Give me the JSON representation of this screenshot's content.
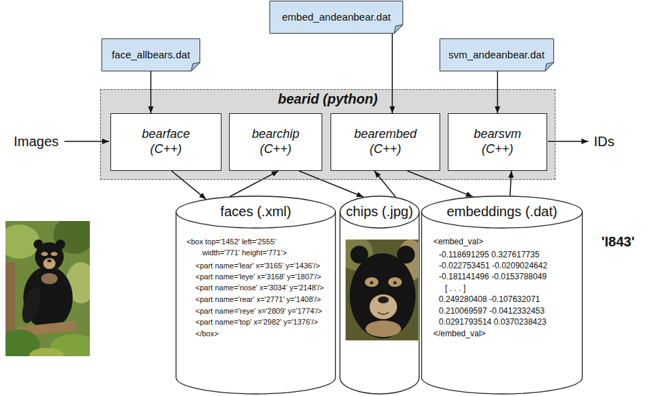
{
  "diagram": {
    "nodes": [
      {
        "text": [
          "face_allbears.dat"
        ]
      },
      {
        "text": [
          "embed_andeanbear.dat"
        ]
      },
      {
        "text": [
          "svm_andeanbear.dat"
        ]
      },
      {
        "text": [
          "bearid (python)"
        ]
      },
      {
        "text": [
          "bearface (C++)"
        ],
        "in": 3
      },
      {
        "text": [
          "bearchip (C++)"
        ],
        "in": 3
      },
      {
        "text": [
          "bearembed (C++)"
        ],
        "in": 3
      },
      {
        "text": [
          "bearsvm (C++)"
        ],
        "in": 3
      },
      {
        "text": [
          "faces (.xml)",
          "<box top='1452' left='2555'",
          "width='771' height='771'>",
          "<part name='lear' x='3165' y='1436'/>",
          "<part name='leye' x='3168' y='1807'/>",
          "<part name='nose' x='3034' y='2148'/>",
          "<part name='rear' x='2771' y='1408'/>",
          "<part name='reye' x='2809' y='1774'/>",
          "<part name='top' x='2982' y='1376'/>",
          "</box>"
        ]
      },
      {
        "text": [
          "chips (.jpg)"
        ]
      },
      {
        "text": [
          "embeddings (.dat)",
          "<embed_val>",
          "-0.118691295 0.327617735",
          "-0.022753451 -0.0209024642",
          "-0.181141496 -0.0153788049",
          "[ . . . ]",
          "0.249280408 -0.107632071",
          "0.210069597 -0.0412332453",
          "0.0291793514 0.0370238423",
          "</embed_val>"
        ]
      }
    ],
    "edges": [
      {
        "from": 0,
        "to": 4,
        "arrow": "to"
      },
      {
        "from": 1,
        "to": 6,
        "arrow": "to"
      },
      {
        "from": 2,
        "to": 7,
        "arrow": "to"
      },
      {
        "from": 4,
        "to": 8,
        "arrow": "to"
      },
      {
        "from": 8,
        "to": 5,
        "arrow": "to"
      },
      {
        "from": 5,
        "to": 9,
        "arrow": "to"
      },
      {
        "from": 9,
        "to": 6,
        "arrow": "to"
      },
      {
        "from": 6,
        "to": 10,
        "arrow": "to"
      },
      {
        "from": 10,
        "to": 7,
        "arrow": "to"
      }
    ],
    "labels": [
      "Images",
      "IDs",
      "'I843'"
    ]
  }
}
